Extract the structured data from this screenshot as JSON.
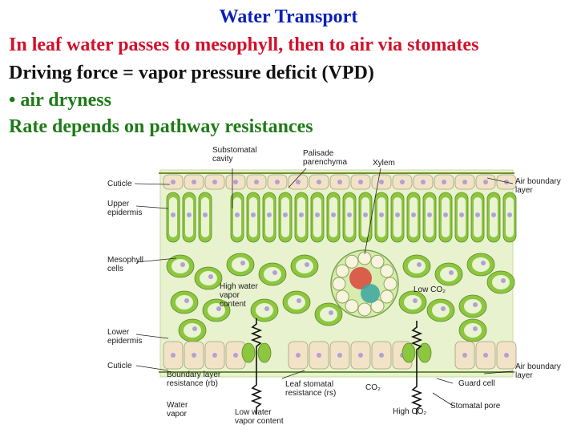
{
  "slide": {
    "title": "Water Transport",
    "lines": [
      "In leaf water passes to mesophyll, then to air via stomates",
      "Driving force = vapor pressure deficit (VPD)",
      "• air dryness",
      "Rate depends on pathway resistances"
    ]
  },
  "diagram": {
    "labels": {
      "substomatal_cavity": [
        "Substomatal",
        "cavity"
      ],
      "palisade_parenchyma": [
        "Palisade",
        "parenchyma"
      ],
      "xylem": "Xylem",
      "cuticle_top": "Cuticle",
      "upper_epidermis": [
        "Upper",
        "epidermis"
      ],
      "air_boundary_layer_top": [
        "Air boundary",
        "layer"
      ],
      "mesophyll_cells": [
        "Mesophyll",
        "cells"
      ],
      "high_water_vapor": [
        "High water",
        "vapor",
        "content"
      ],
      "low_co2": "Low CO₂",
      "lower_epidermis": [
        "Lower",
        "epidermis"
      ],
      "cuticle_bottom": "Cuticle",
      "boundary_layer_resistance": [
        "Boundary layer",
        "resistance (rb)"
      ],
      "leaf_stomatal_resistance": [
        "Leaf stomatal",
        "resistance (rs)"
      ],
      "co2": "CO₂",
      "guard_cell": "Guard cell",
      "air_boundary_layer_bottom": [
        "Air boundary",
        "layer"
      ],
      "water_vapor": [
        "Water",
        "vapor"
      ],
      "low_water_vapor": [
        "Low water",
        "vapor content"
      ],
      "high_co2": "High CO₂",
      "stomatal_pore": "Stomatal pore"
    },
    "colors": {
      "cell_green": "#8dc63f",
      "cell_light": "#e9f4d2",
      "nucleus": "#b49fd6",
      "epidermis": "#f2e3c6",
      "cuticle_line": "#6b8f3a",
      "xylem_red": "#d9453a",
      "phloem_teal": "#3aa6a0",
      "background_leaf": "#e9f2cf"
    }
  }
}
